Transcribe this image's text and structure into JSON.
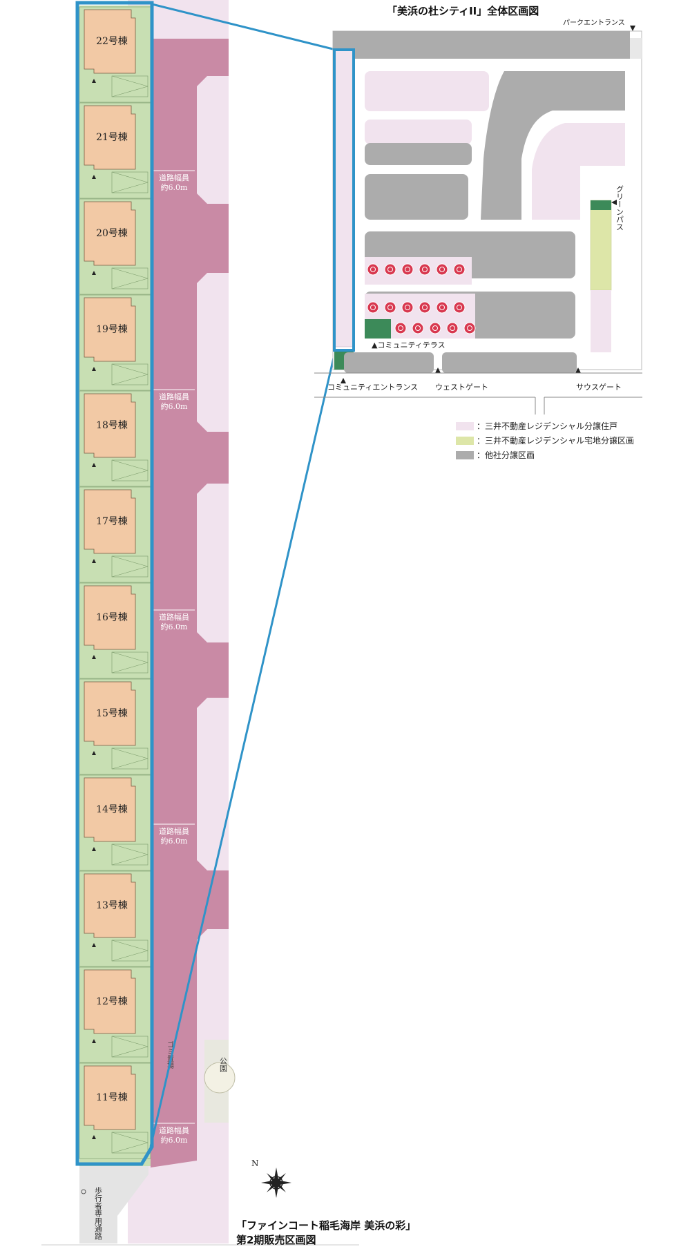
{
  "overall_map": {
    "title": "「美浜の杜シティII」全体区画図",
    "labels": {
      "park_entrance": "パークエントランス",
      "green_path": "グリーンパス",
      "community_terrace": "▲コミュニティテラス",
      "community_entrance": "コミュニティエントランス",
      "west_gate": "ウェストゲート",
      "south_gate": "サウスゲート"
    }
  },
  "legend": [
    {
      "label": "：三井不動産レジデンシャル分譲住戸",
      "color": "#f1e3ee"
    },
    {
      "label": "：三井不動産レジデンシャル宅地分譲区画",
      "color": "#dde6a8"
    },
    {
      "label": "：他社分譲区画",
      "color": "#acacac"
    }
  ],
  "phase2_map": {
    "title_line1": "「ファインコート稲毛海岸 美浜の彩」",
    "title_line2": "第2期販売区画図",
    "buildings": [
      "22号棟",
      "21号棟",
      "20号棟",
      "19号棟",
      "18号棟",
      "17号棟",
      "16号棟",
      "15号棟",
      "14号棟",
      "13号棟",
      "12号棟",
      "11号棟"
    ],
    "road_width_label_line1": "道路幅員",
    "road_width_label_line2": "約6.0m",
    "garbage_label": "ゴミ置場",
    "park_label": "公園",
    "pedestrian_path_label": "歩行者専用通路"
  },
  "colors": {
    "lot_green": "#c8dfb3",
    "house_tan": "#f2c9a5",
    "road_pink": "#c98aa5",
    "residential_pink": "#f1e3ee",
    "other_grey": "#acacac",
    "highlight_blue": "#2f93c8",
    "accent_green": "#3c8a59",
    "rose_red": "#d8384f"
  }
}
